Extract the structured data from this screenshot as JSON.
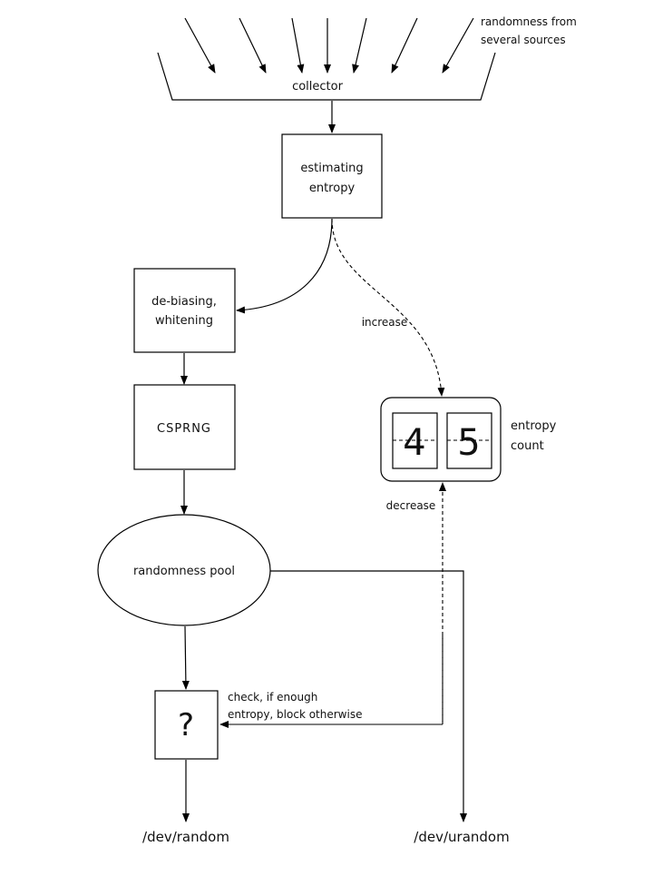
{
  "sources_label": [
    "randomness from",
    "several sources"
  ],
  "collector_label": "collector",
  "estimating_label": [
    "estimating",
    "entropy"
  ],
  "debias_label": [
    "de-biasing,",
    "whitening"
  ],
  "csprng_label": "CSPRNG",
  "pool_label": "randomness pool",
  "question_mark": "?",
  "check_label": [
    "check, if enough",
    "entropy, block otherwise"
  ],
  "increase_label": "increase",
  "decrease_label": "decrease",
  "entropy_count_label": [
    "entropy",
    "count"
  ],
  "entropy_digits": [
    "4",
    "5"
  ],
  "dev_random_label": "/dev/random",
  "dev_urandom_label": "/dev/urandom"
}
